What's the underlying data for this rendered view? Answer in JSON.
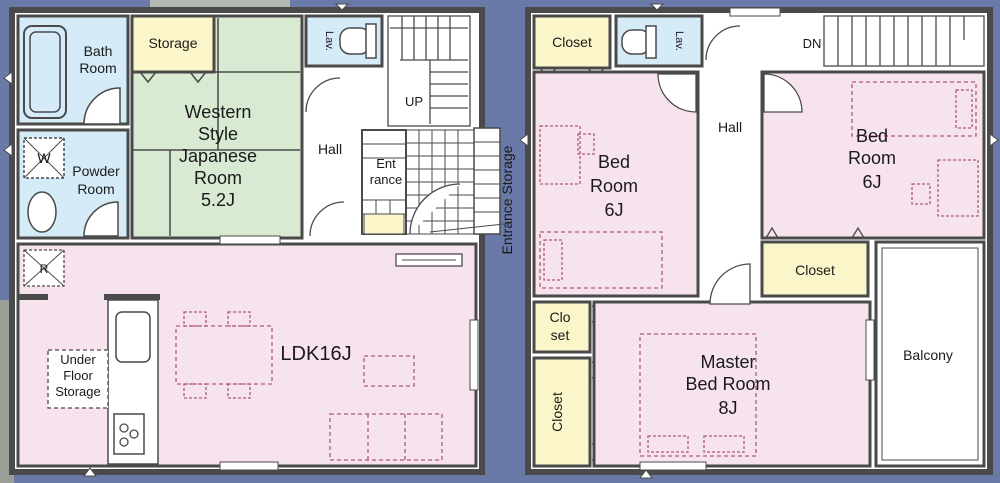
{
  "colors": {
    "background": "#6a7aa8",
    "wall": "#4a4a4a",
    "pink": "#f6e3ee",
    "green": "#d9ead3",
    "blue": "#d5ebf8",
    "yellow": "#fbf6c9",
    "white": "#ffffff",
    "dash": "#b05a7a"
  },
  "floor1": {
    "bath_room": [
      "Bath",
      "Room"
    ],
    "storage": "Storage",
    "western_room": [
      "Western",
      "Style",
      "Japanese",
      "Room",
      "5.2J"
    ],
    "lav": "Lav.",
    "up": "UP",
    "hall": "Hall",
    "entrance": [
      "Ent",
      "rance"
    ],
    "washer": "W",
    "powder_room": [
      "Powder",
      "Room"
    ],
    "refrigerator": "R",
    "ldk": "LDK16J",
    "under_floor": [
      "Under",
      "Floor",
      "Storage"
    ]
  },
  "entrance_storage": "Entrance Storage",
  "floor2": {
    "closet_top": "Closet",
    "lav": "Lav.",
    "dn": "DN",
    "hall": "Hall",
    "bed_left": [
      "Bed",
      "Room",
      "6J"
    ],
    "bed_right": [
      "Bed",
      "Room",
      "6J"
    ],
    "closet_mid": "Closet",
    "closet_small": [
      "Clo",
      "set"
    ],
    "closet_vertical": "Closet",
    "master": [
      "Master",
      "Bed Room",
      "8J"
    ],
    "balcony": "Balcony"
  }
}
